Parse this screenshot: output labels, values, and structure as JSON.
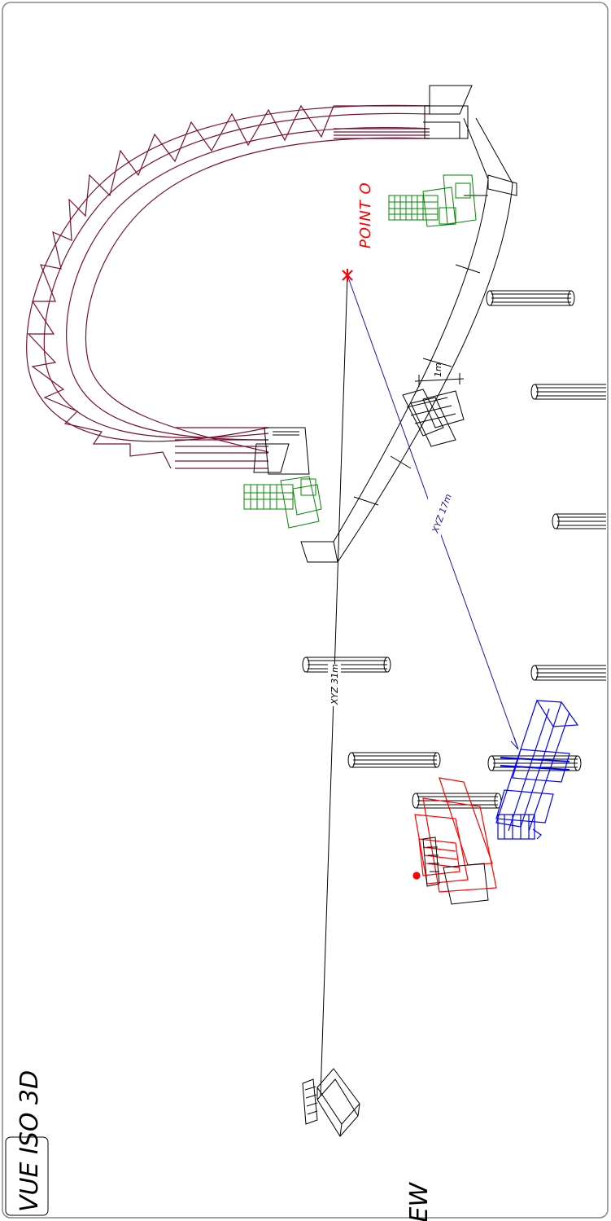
{
  "drawing": {
    "view_title": "VUE ISO 3D",
    "origin_label": "POINT O",
    "dim_long": "XYZ 31m",
    "dim_short": "XYZ 17m",
    "dim_small": "1m",
    "view_word": "VIEW"
  },
  "colors": {
    "frame": "#888888",
    "track": "#7a1030",
    "origin": "#ff0000",
    "dim_long": "#000000",
    "dim_short": "#1a1aa8",
    "robot_blue": "#0000ff",
    "robot_red": "#ff0000",
    "equipment_green": "#008800",
    "structure": "#000000"
  }
}
